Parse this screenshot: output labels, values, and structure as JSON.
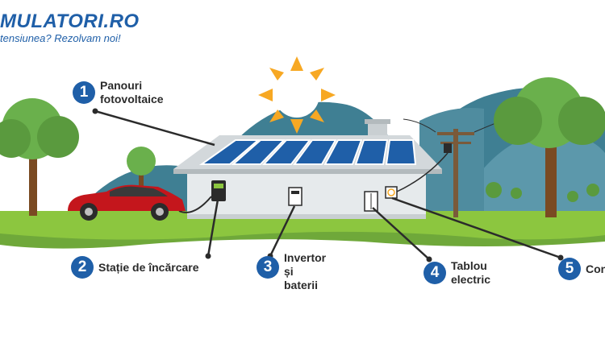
{
  "brand": {
    "name": "MULATORI.RO",
    "tagline": "tensiunea? Rezolvam noi!"
  },
  "labels": [
    {
      "number": "1",
      "text": "Panouri\nfotovoltaice"
    },
    {
      "number": "2",
      "text": "Stație de încărcare"
    },
    {
      "number": "3",
      "text": "Invertor\nși\nbaterii"
    },
    {
      "number": "4",
      "text": "Tablou\nelectric"
    },
    {
      "number": "5",
      "text": "Con"
    }
  ],
  "colors": {
    "accent": "#1f5fa8",
    "grass": "#8cc63f",
    "hill": "#3f7f93",
    "house": "#e6eaec",
    "panel": "#1f5fa8",
    "car": "#c4161c",
    "tree": "#6ab04c",
    "sun": "#f7a823"
  }
}
